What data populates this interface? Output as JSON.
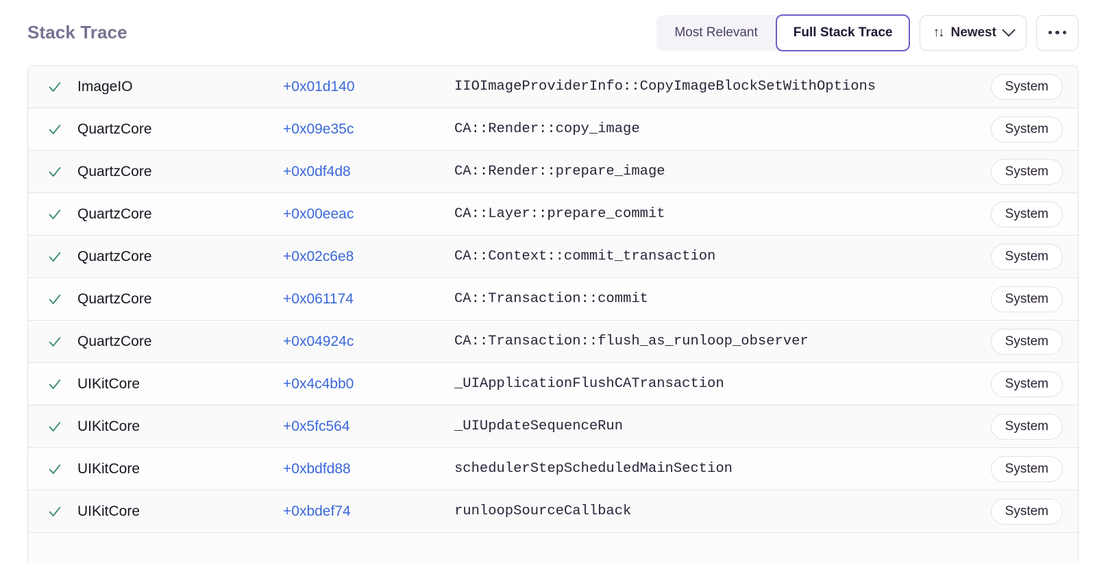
{
  "header": {
    "title": "Stack Trace",
    "segmented": {
      "options": [
        {
          "label": "Most Relevant",
          "active": false
        },
        {
          "label": "Full Stack Trace",
          "active": true
        }
      ]
    },
    "sort": {
      "icon": "sort-icon",
      "glyph": "↑↓",
      "label": "Newest"
    },
    "more_label": "…"
  },
  "colors": {
    "accent": "#6c5fc7",
    "title": "#7a7191",
    "link": "#3a68d8",
    "check": "#3f8f6b",
    "segment_bg": "#f5f3f8",
    "row_border": "#e6e2ee"
  },
  "frames": [
    {
      "status": "check-icon",
      "module": "ImageIO",
      "offset": "+0x01d140",
      "function": "IIOImageProviderInfo::CopyImageBlockSetWithOptions",
      "badge": "System"
    },
    {
      "status": "check-icon",
      "module": "QuartzCore",
      "offset": "+0x09e35c",
      "function": "CA::Render::copy_image",
      "badge": "System"
    },
    {
      "status": "check-icon",
      "module": "QuartzCore",
      "offset": "+0x0df4d8",
      "function": "CA::Render::prepare_image",
      "badge": "System"
    },
    {
      "status": "check-icon",
      "module": "QuartzCore",
      "offset": "+0x00eeac",
      "function": "CA::Layer::prepare_commit",
      "badge": "System"
    },
    {
      "status": "check-icon",
      "module": "QuartzCore",
      "offset": "+0x02c6e8",
      "function": "CA::Context::commit_transaction",
      "badge": "System"
    },
    {
      "status": "check-icon",
      "module": "QuartzCore",
      "offset": "+0x061174",
      "function": "CA::Transaction::commit",
      "badge": "System"
    },
    {
      "status": "check-icon",
      "module": "QuartzCore",
      "offset": "+0x04924c",
      "function": "CA::Transaction::flush_as_runloop_observer",
      "badge": "System"
    },
    {
      "status": "check-icon",
      "module": "UIKitCore",
      "offset": "+0x4c4bb0",
      "function": "_UIApplicationFlushCATransaction",
      "badge": "System"
    },
    {
      "status": "check-icon",
      "module": "UIKitCore",
      "offset": "+0x5fc564",
      "function": "_UIUpdateSequenceRun",
      "badge": "System"
    },
    {
      "status": "check-icon",
      "module": "UIKitCore",
      "offset": "+0xbdfd88",
      "function": "schedulerStepScheduledMainSection",
      "badge": "System"
    },
    {
      "status": "check-icon",
      "module": "UIKitCore",
      "offset": "+0xbdef74",
      "function": "runloopSourceCallback",
      "badge": "System"
    }
  ]
}
